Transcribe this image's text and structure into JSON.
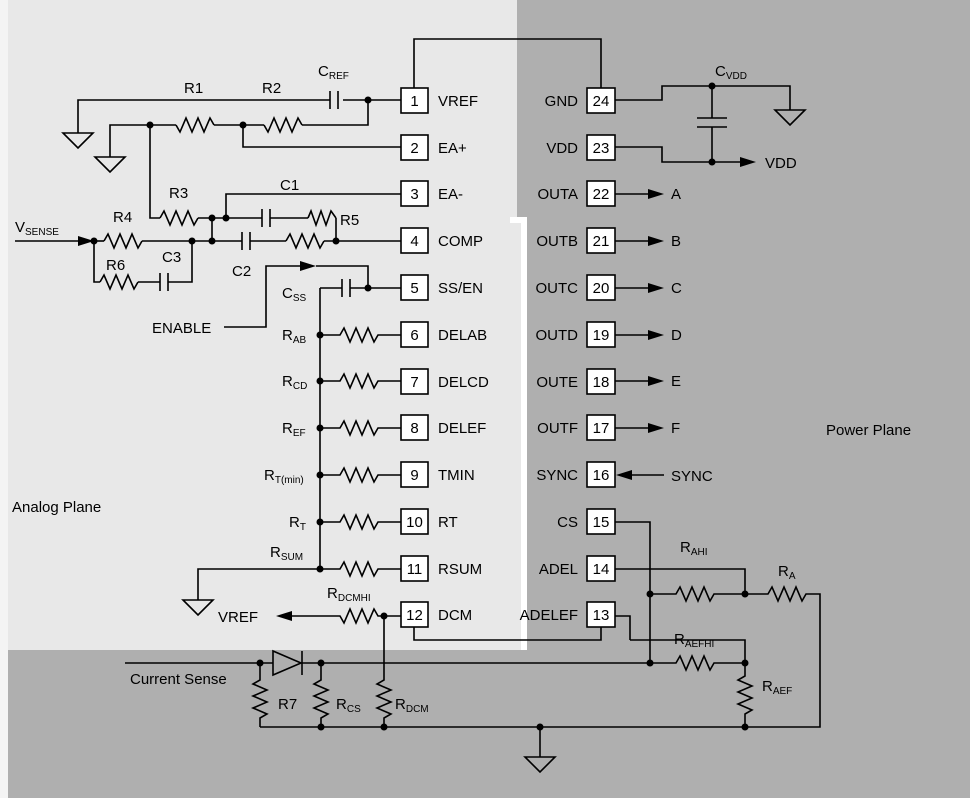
{
  "planes": {
    "analog": "Analog Plane",
    "power": "Power Plane",
    "bg_light": "#e8e8e8",
    "bg_dark": "#afafaf"
  },
  "pins": [
    {
      "num": "1",
      "name": "VREF"
    },
    {
      "num": "2",
      "name": "EA+"
    },
    {
      "num": "3",
      "name": "EA-"
    },
    {
      "num": "4",
      "name": "COMP"
    },
    {
      "num": "5",
      "name": "SS/EN"
    },
    {
      "num": "6",
      "name": "DELAB"
    },
    {
      "num": "7",
      "name": "DELCD"
    },
    {
      "num": "8",
      "name": "DELEF"
    },
    {
      "num": "9",
      "name": "TMIN"
    },
    {
      "num": "10",
      "name": "RT"
    },
    {
      "num": "11",
      "name": "RSUM"
    },
    {
      "num": "12",
      "name": "DCM"
    },
    {
      "num": "24",
      "name": "GND"
    },
    {
      "num": "23",
      "name": "VDD"
    },
    {
      "num": "22",
      "name": "OUTA"
    },
    {
      "num": "21",
      "name": "OUTB"
    },
    {
      "num": "20",
      "name": "OUTC"
    },
    {
      "num": "19",
      "name": "OUTD"
    },
    {
      "num": "18",
      "name": "OUTE"
    },
    {
      "num": "17",
      "name": "OUTF"
    },
    {
      "num": "16",
      "name": "SYNC"
    },
    {
      "num": "15",
      "name": "CS"
    },
    {
      "num": "14",
      "name": "ADEL"
    },
    {
      "num": "13",
      "name": "ADELEF"
    }
  ],
  "outputs": [
    "A",
    "B",
    "C",
    "D",
    "E",
    "F"
  ],
  "labels": {
    "vdd_out": "VDD",
    "sync_in": "SYNC",
    "vref_out": "VREF",
    "enable": "ENABLE",
    "current_sense": "Current Sense",
    "vsense_main": "V",
    "vsense_sub": "SENSE"
  },
  "components": {
    "r1": "R1",
    "r2": "R2",
    "r3": "R3",
    "r4": "R4",
    "r5": "R5",
    "r6": "R6",
    "r7": "R7",
    "c1": "C1",
    "c2": "C2",
    "c3": "C3",
    "cref_main": "C",
    "cref_sub": "REF",
    "cvdd_main": "C",
    "cvdd_sub": "VDD",
    "css_main": "C",
    "css_sub": "SS",
    "rab_main": "R",
    "rab_sub": "AB",
    "rcd_main": "R",
    "rcd_sub": "CD",
    "ref_main": "R",
    "ref_sub": "EF",
    "rtmin_main": "R",
    "rtmin_sub": "T(min)",
    "rt_main": "R",
    "rt_sub": "T",
    "rsum_main": "R",
    "rsum_sub": "SUM",
    "rdcmhi_main": "R",
    "rdcmhi_sub": "DCMHI",
    "rahi_main": "R",
    "rahi_sub": "AHI",
    "ra_main": "R",
    "ra_sub": "A",
    "raefhi_main": "R",
    "raefhi_sub": "AEFHI",
    "raef_main": "R",
    "raef_sub": "AEF",
    "rcs_main": "R",
    "rcs_sub": "CS",
    "rdcm_main": "R",
    "rdcm_sub": "DCM"
  }
}
